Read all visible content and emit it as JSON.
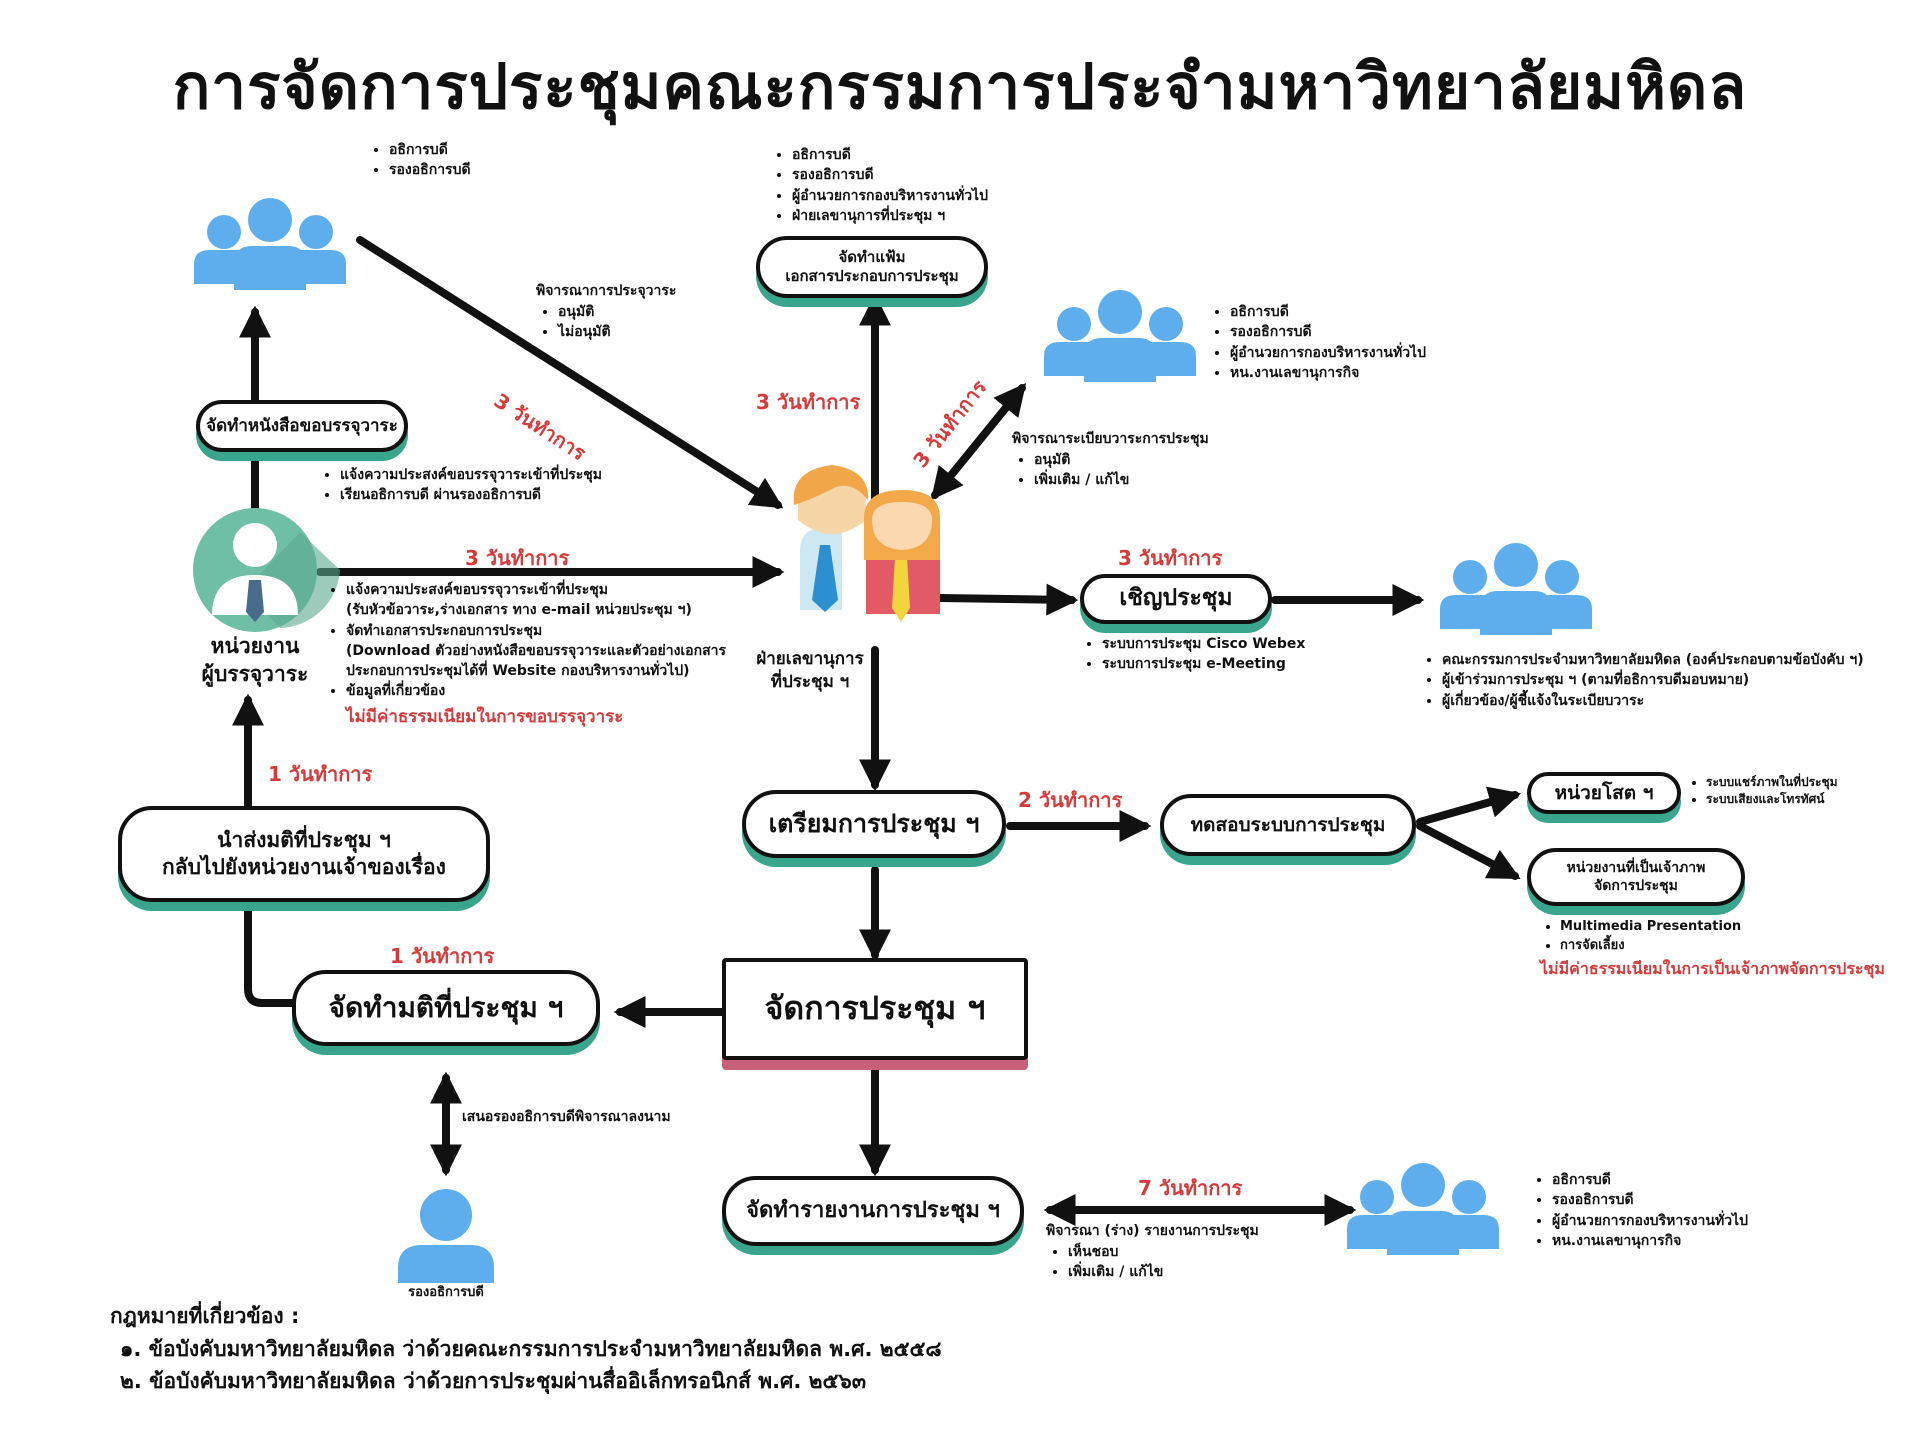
{
  "title": "การจัดการประชุมคณะกรรมการประจำมหาวิทยาลัยมหิดล",
  "colors": {
    "accent_teal": "#3aa58d",
    "accent_pink": "#c8607a",
    "people_blue": "#5eadec",
    "days_red": "#d73a3a"
  },
  "icons": [
    "people-group-icon",
    "user-icon",
    "secretary-couple-icon"
  ],
  "top_left_group": {
    "items": [
      "อธิการบดี",
      "รองอธิการบดี"
    ]
  },
  "top_center_group": {
    "items": [
      "อธิการบดี",
      "รองอธิการบดี",
      "ผู้อำนวยการกองบริหารงานทั่วไป",
      "ฝ่ายเลขานุการที่ประชุม ฯ"
    ]
  },
  "right_group": {
    "items": [
      "อธิการบดี",
      "รองอธิการบดี",
      "ผู้อำนวยการกองบริหารงานทั่วไป",
      "หน.งานเลขานุการกิจ"
    ]
  },
  "invitees_group": {
    "items": [
      "คณะกรรมการประจำมหาวิทยาลัยมหิดล (องค์ประกอบตามข้อบังคับ ฯ)",
      "ผู้เข้าร่วมการประชุม ฯ (ตามที่อธิการบดีมอบหมาย)",
      "ผู้เกี่ยวข้อง/ผู้ชี้แจ้งในระเบียบวาระ"
    ]
  },
  "report_group": {
    "items": [
      "อธิการบดี",
      "รองอธิการบดี",
      "ผู้อำนวยการกองบริหารงานทั่วไป",
      "หน.งานเลขานุการกิจ"
    ]
  },
  "agenda_consider": {
    "title": "พิจารณาการประจุวาระ",
    "items": [
      "อนุมัติ",
      "ไม่อนุมัติ"
    ]
  },
  "agenda_review": {
    "title": "พิจารณาระเบียบวาระการประชุม",
    "items": [
      "อนุมัติ",
      "เพิ่มเติม / แก้ไข"
    ]
  },
  "boxes": {
    "request_letter": "จัดทำหนังสือขอบรรจุวาระ",
    "prepare_docs_1": "จัดทำแฟ้ม",
    "prepare_docs_2": "เอกสารประกอบการประชุม",
    "invite": "เชิญประชุม",
    "prepare_meeting": "เตรียมการประชุม ฯ",
    "test_system": "ทดสอบระบบการประชุม",
    "av_unit": "หน่วยโสต ฯ",
    "host_unit_1": "หน่วยงานที่เป็นเจ้าภาพ",
    "host_unit_2": "จัดการประชุม",
    "manage_meeting": "จัดการประชุม ฯ",
    "resolution": "จัดทำมติที่ประชุม ฯ",
    "send_back_1": "นำส่งมติที่ประชุม ฯ",
    "send_back_2": "กลับไปยังหน่วยงานเจ้าของเรื่อง",
    "report": "จัดทำรายงานการประชุม ฯ"
  },
  "agency": {
    "line1": "หน่วยงาน",
    "line2": "ผู้บรรจุวาระ"
  },
  "secretary": {
    "line1": "ฝ่ายเลขานุการ",
    "line2": "ที่ประชุม ฯ"
  },
  "vice_rector_label": "รองอธิการบดี",
  "request_notes": [
    "แจ้งความประสงค์ขอบรรจุวาระเข้าที่ประชุม",
    "เรียนอธิการบดี ผ่านรองอธิการบดี"
  ],
  "agency_notes": {
    "b1": "แจ้งความประสงค์ขอบรรจุวาระเข้าที่ประชุม",
    "b1_sub": "(รับหัวข้อวาระ,ร่างเอกสาร ทาง e-mail หน่วยประชุม ฯ)",
    "b2": "จัดทำเอกสารประกอบการประชุม",
    "b2_sub1": "(Download ตัวอย่างหนังสือขอบรรจุวาระและตัวอย่างเอกสาร",
    "b2_sub2": "ประกอบการประชุมได้ที่ Website กองบริหารงานทั่วไป)",
    "b3": "ข้อมูลที่เกี่ยวข้อง",
    "no_fee": "ไม่มีค่าธรรมเนียมในการขอบรรจุวาระ"
  },
  "invite_systems": [
    "ระบบการประชุม Cisco Webex",
    "ระบบการประชุม e-Meeting"
  ],
  "av_notes": [
    "ระบบแชร์ภาพในที่ประชุม",
    "ระบบเสียงและโทรทัศน์"
  ],
  "host_notes": [
    "Multimedia Presentation",
    "การจัดเลี้ยง"
  ],
  "host_no_fee": "ไม่มีค่าธรรมเนียมในการเป็นเจ้าภาพจัดการประชุม",
  "sign_note": "เสนอรองอธิการบดีพิจารณาลงนาม",
  "report_review": {
    "title": "พิจารณา (ร่าง) รายงานการประชุม",
    "items": [
      "เห็นชอบ",
      "เพิ่มเติม / แก้ไข"
    ]
  },
  "days": {
    "d_agenda": "3 วันทำการ",
    "d_docs": "3 วันทำการ",
    "d_review": "3 วันทำการ",
    "d_submit": "3 วันทำการ",
    "d_invite": "3 วันทำการ",
    "d_test": "2 วันทำการ",
    "d_send": "1 วันทำการ",
    "d_resolution": "1 วันทำการ",
    "d_report": "7 วันทำการ"
  },
  "legal": {
    "heading": "กฎหมายที่เกี่ยวข้อง :",
    "items": [
      "๑. ข้อบังคับมหาวิทยาลัยมหิดล ว่าด้วยคณะกรรมการประจำมหาวิทยาลัยมหิดล พ.ศ. ๒๕๕๘",
      "๒. ข้อบังคับมหาวิทยาลัยมหิดล ว่าด้วยการประชุมผ่านสื่ออิเล็กทรอนิกส์ พ.ศ. ๒๕๖๓"
    ]
  }
}
